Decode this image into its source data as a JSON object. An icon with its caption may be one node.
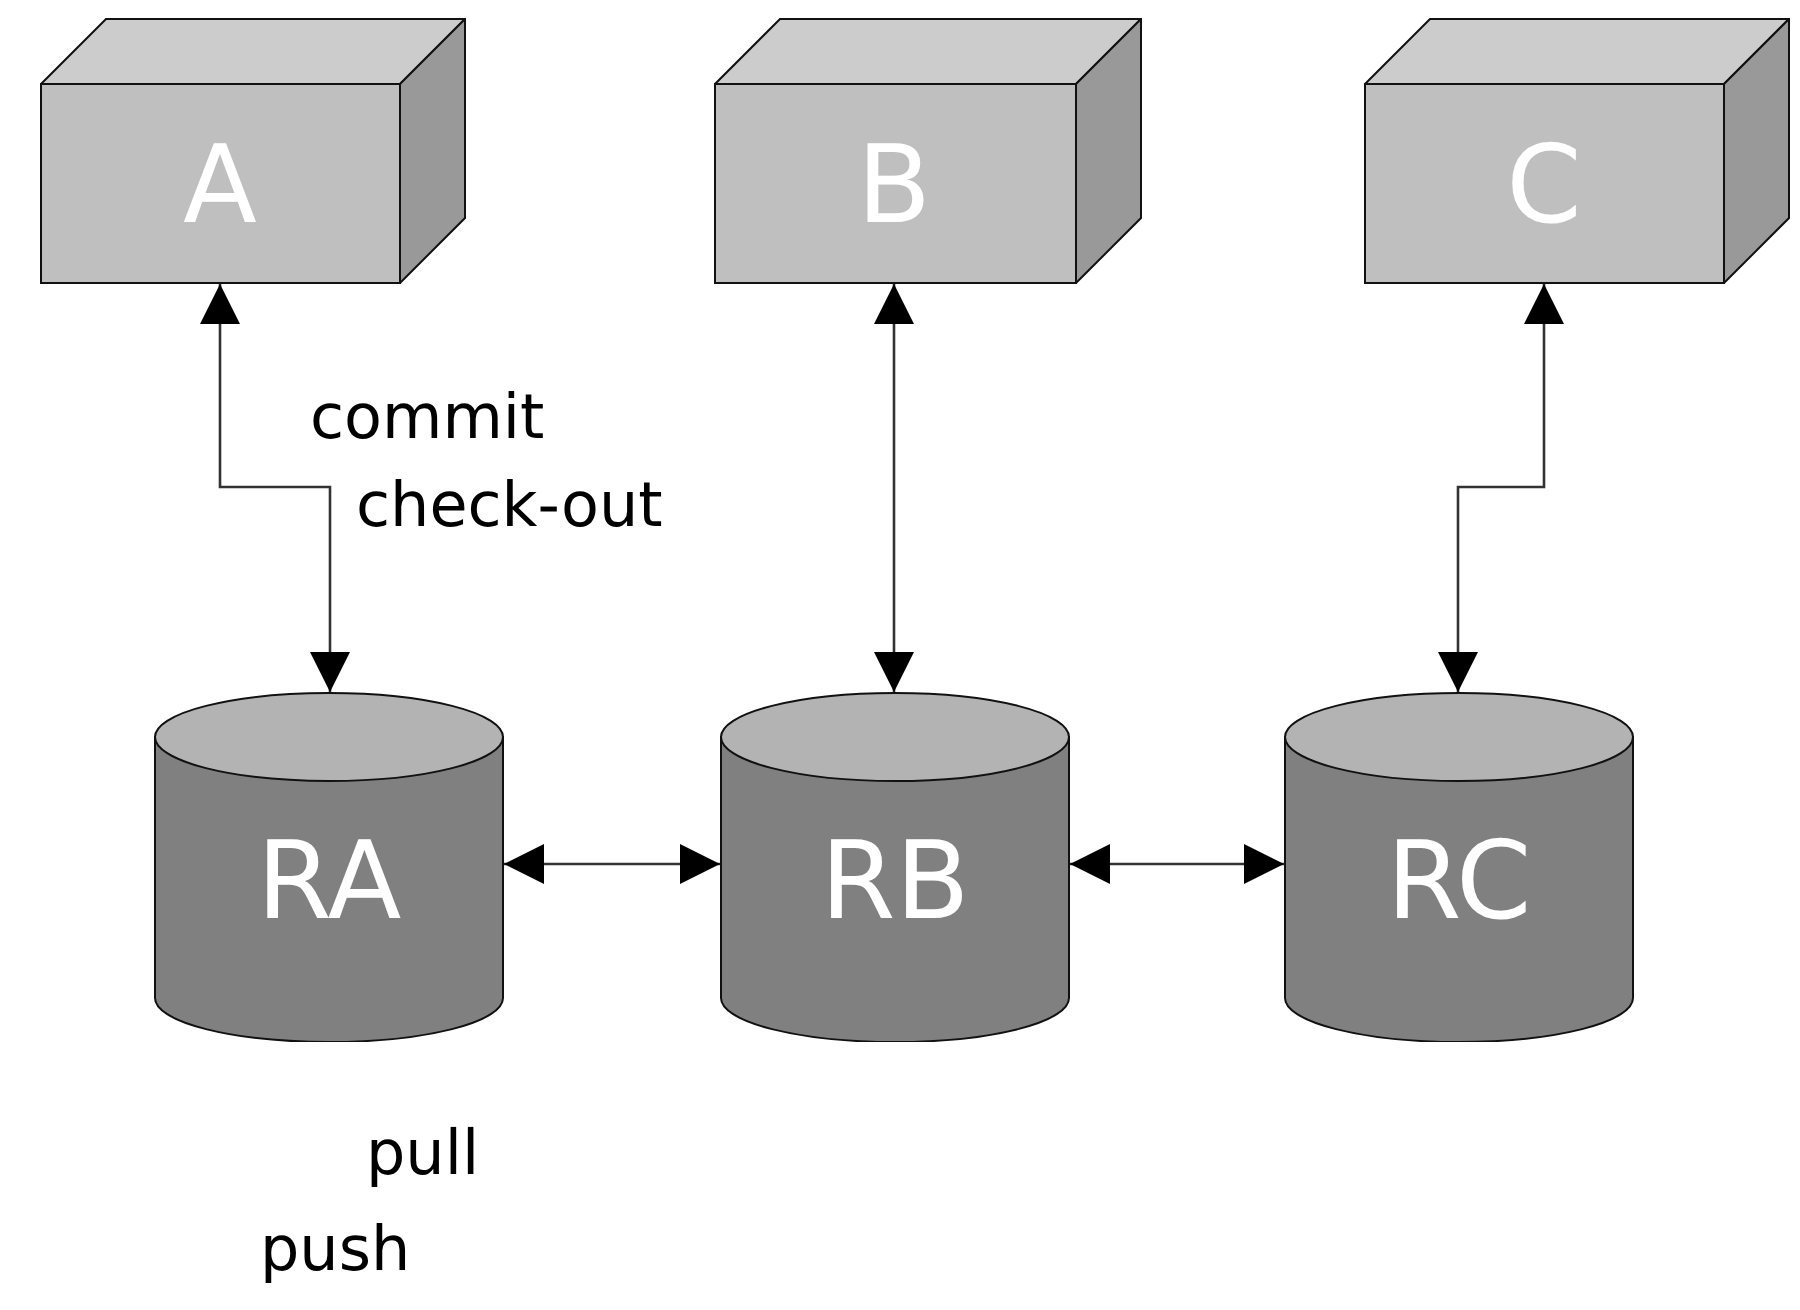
{
  "diagram": {
    "nodes": [
      {
        "text": [
          "A"
        ]
      },
      {
        "text": [
          "B"
        ]
      },
      {
        "text": [
          "C"
        ]
      },
      {
        "text": [
          "RA"
        ]
      },
      {
        "text": [
          "RB"
        ]
      },
      {
        "text": [
          "RC"
        ]
      }
    ],
    "edges": [
      {
        "from": 0,
        "to": 3,
        "arrow": "both"
      },
      {
        "from": 1,
        "to": 4,
        "arrow": "both"
      },
      {
        "from": 2,
        "to": 5,
        "arrow": "both"
      },
      {
        "from": 3,
        "to": 4,
        "arrow": "both"
      },
      {
        "from": 4,
        "to": 5,
        "arrow": "both"
      }
    ],
    "labels": [
      "commit",
      "check-out",
      "pull",
      "push"
    ]
  }
}
